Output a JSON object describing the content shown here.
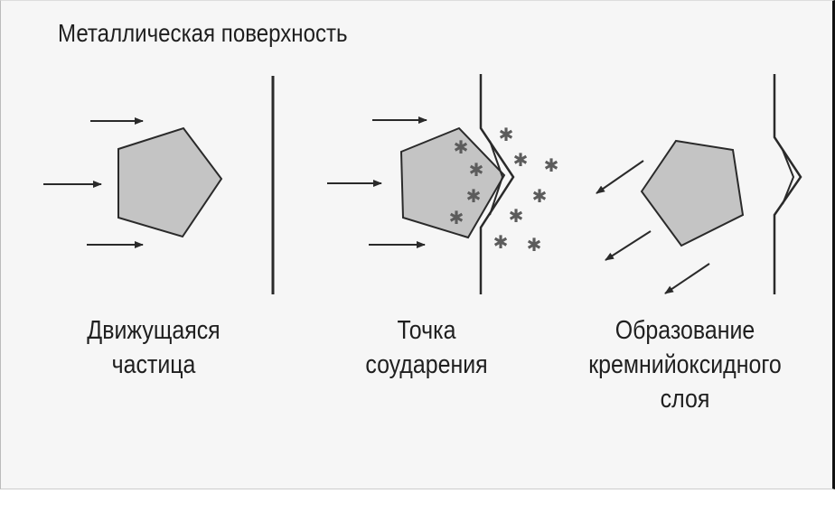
{
  "diagram": {
    "title": "Металлическая поверхность",
    "stages": [
      {
        "lines": [
          "Движущаяся",
          "частица"
        ]
      },
      {
        "lines": [
          "Точка",
          "соударения"
        ]
      },
      {
        "lines": [
          "Образование",
          "кремнийоксидного",
          "слоя"
        ]
      }
    ],
    "colors": {
      "particle_fill": "#c4c4c4",
      "outline": "#2a2a2a",
      "star": "#5c5c5c",
      "background": "#f6f6f6"
    }
  }
}
